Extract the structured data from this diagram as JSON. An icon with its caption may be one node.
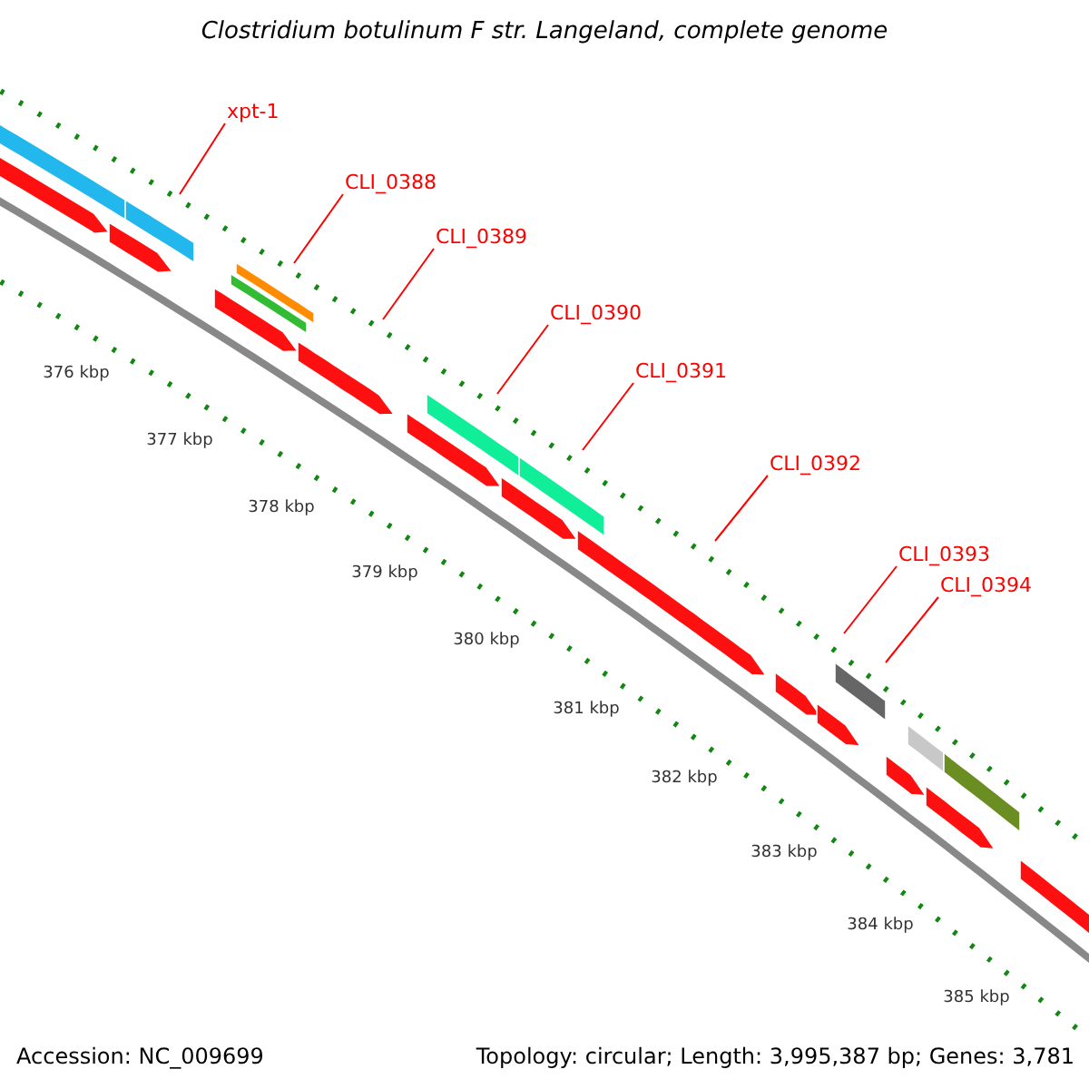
{
  "diagram": {
    "title": "Clostridium botulinum F str. Langeland, complete genome",
    "nodes": [
      {
        "text": [
          "xpt-1"
        ]
      },
      {
        "text": [
          "CLI_0388"
        ]
      },
      {
        "text": [
          "CLI_0389"
        ]
      },
      {
        "text": [
          "CLI_0390"
        ]
      },
      {
        "text": [
          "CLI_0391"
        ]
      },
      {
        "text": [
          "CLI_0392"
        ]
      },
      {
        "text": [
          "CLI_0393"
        ]
      },
      {
        "text": [
          "CLI_0394"
        ]
      }
    ],
    "edges": [
      {
        "from": 0,
        "to": null,
        "arrow": "none"
      },
      {
        "from": 1,
        "to": null,
        "arrow": "none"
      },
      {
        "from": 2,
        "to": null,
        "arrow": "none"
      },
      {
        "from": 3,
        "to": null,
        "arrow": "none"
      },
      {
        "from": 4,
        "to": null,
        "arrow": "none"
      },
      {
        "from": 5,
        "to": null,
        "arrow": "none"
      },
      {
        "from": 6,
        "to": null,
        "arrow": "none"
      },
      {
        "from": 7,
        "to": null,
        "arrow": "none"
      }
    ],
    "labels": [
      "376 kbp",
      "377 kbp",
      "378 kbp",
      "379 kbp",
      "380 kbp",
      "381 kbp",
      "382 kbp",
      "383 kbp",
      "384 kbp",
      "385 kbp",
      "Accession: NC_009699",
      "Topology: circular; Length: 3,995,387 bp; Genes: 3,781"
    ]
  }
}
